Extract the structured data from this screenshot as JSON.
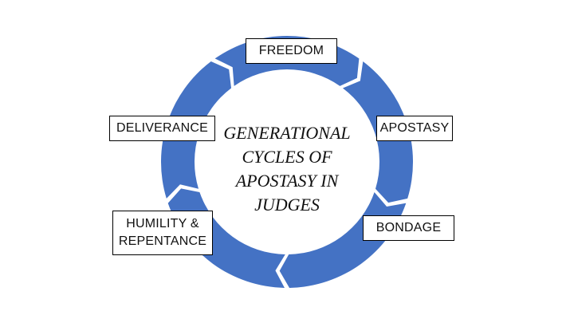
{
  "diagram": {
    "type": "cycle",
    "ring_color": "#4472C4",
    "title_lines": [
      "GENERATIONAL",
      "CYCLES OF",
      "APOSTASY IN",
      "JUDGES"
    ],
    "stages": [
      {
        "label": "FREEDOM"
      },
      {
        "label": "APOSTASY"
      },
      {
        "label": "BONDAGE"
      },
      {
        "label_lines": [
          "HUMILITY &",
          "REPENTANCE"
        ]
      },
      {
        "label": "DELIVERANCE"
      }
    ]
  }
}
